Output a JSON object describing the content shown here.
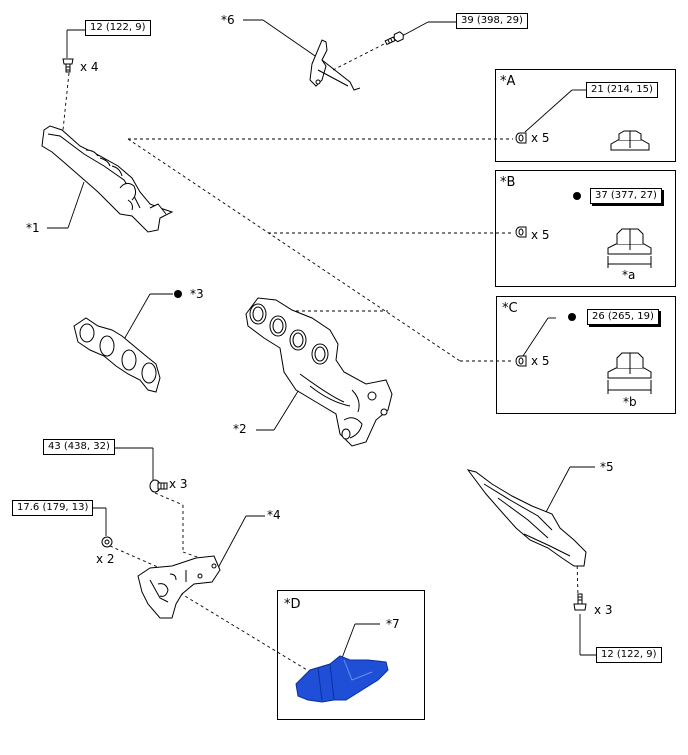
{
  "labels": {
    "p1": "*1",
    "p2": "*2",
    "p3": "*3",
    "p4": "*4",
    "p5": "*5",
    "p6": "*6",
    "p7": "*7",
    "a_small": "*a",
    "b_small": "*b"
  },
  "boxes": {
    "A": "*A",
    "B": "*B",
    "C": "*C",
    "D": "*D"
  },
  "torques": {
    "t_top_left": "12 (122, 9)",
    "t_top_mid": "39 (398, 29)",
    "t_A": "21 (214, 15)",
    "t_B": "37 (377, 27)",
    "t_C": "26 (265, 19)",
    "t_43": "43 (438, 32)",
    "t_176": "17.6 (179, 13)",
    "t_bottom_right": "12 (122, 9)"
  },
  "quantities": {
    "q_top_left": "x 4",
    "q_A": "x 5",
    "q_B": "x 5",
    "q_C": "x 5",
    "q_43": "x 3",
    "q_176": "x 2",
    "q_bottom_right": "x 3"
  },
  "colors": {
    "line": "#000000",
    "part_fill": "#ffffff",
    "highlight": "#1f4fd6",
    "highlight_dark": "#0b2f9e"
  }
}
